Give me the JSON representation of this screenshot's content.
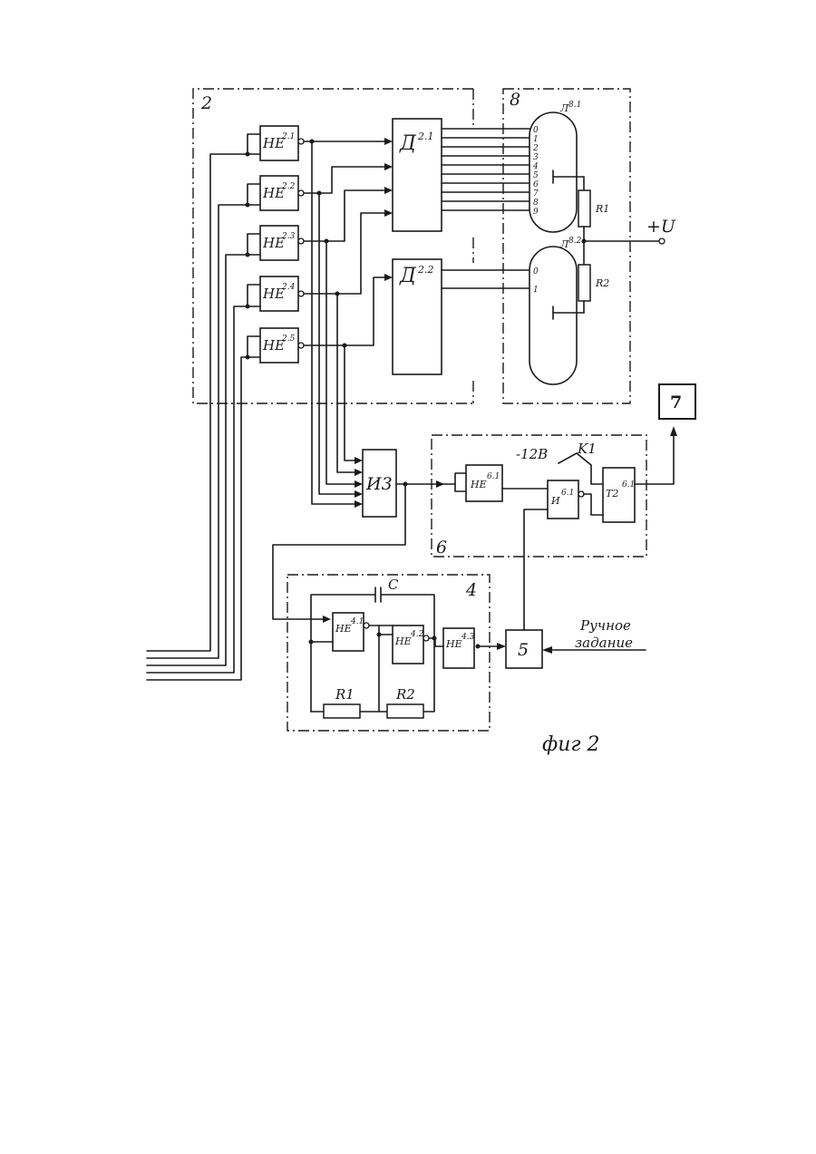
{
  "diagram": {
    "blocks": {
      "block_2": "2",
      "block_8": "8",
      "block_7": "7",
      "block_6": "6",
      "block_4": "4",
      "block_5": "5"
    },
    "inverters_2": [
      {
        "name": "НЕ",
        "index": "2.1"
      },
      {
        "name": "НЕ",
        "index": "2.2"
      },
      {
        "name": "НЕ",
        "index": "2.3"
      },
      {
        "name": "НЕ",
        "index": "2.4"
      },
      {
        "name": "НЕ",
        "index": "2.5"
      }
    ],
    "decoder_1": {
      "name": "Д",
      "index": "2.1"
    },
    "decoder_2": {
      "name": "Д",
      "index": "2.2"
    },
    "tube_1_label": "Л",
    "tube_1_index": "8.1",
    "tube_2_index": "8.2",
    "tube_1_pins": [
      "0",
      "1",
      "2",
      "3",
      "4",
      "5",
      "6",
      "7",
      "8",
      "9"
    ],
    "tube_2_pins": [
      "0",
      "1"
    ],
    "resistor_8_1": "R1",
    "resistor_8_2": "R2",
    "supply_label": "+U",
    "and_gate": "И3",
    "block_6_parts": {
      "inverter": {
        "name": "НЕ",
        "index": "6.1"
      },
      "and_gate": {
        "name": "И",
        "index": "6.1"
      },
      "trigger": {
        "name": "T2",
        "index": "6.1"
      },
      "voltage": "-12В",
      "switch": "K1"
    },
    "block_4_parts": {
      "inverter_1": {
        "name": "НЕ",
        "index": "4.1"
      },
      "inverter_2": {
        "name": "НЕ",
        "index": "4.2"
      },
      "inverter_3": {
        "name": "НЕ",
        "index": "4.3"
      },
      "capacitor": "C",
      "resistor_1": "R1",
      "resistor_2": "R2"
    },
    "manual_label_line1": "Ручное",
    "manual_label_line2": "задание",
    "caption": "фиг 2"
  }
}
